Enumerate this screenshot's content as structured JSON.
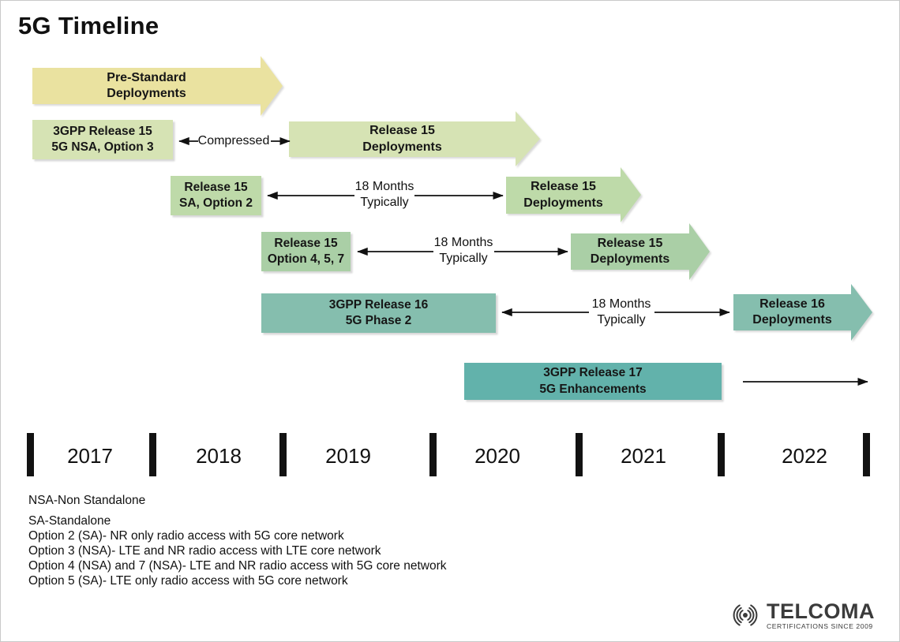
{
  "title": "5G Timeline",
  "colors": {
    "pre_standard": "#eae2a0",
    "rel15_nsa": "#d6e3b4",
    "rel15_sa": "#bedaa9",
    "rel15_opt": "#aacfa6",
    "rel16": "#85beae",
    "rel17": "#62b2ab"
  },
  "bars": {
    "pre_standard": {
      "line1": "Pre-Standard",
      "line2": "Deployments"
    },
    "rel15_nsa": {
      "line1": "3GPP Release 15",
      "line2": "5G NSA, Option 3"
    },
    "rel15_nsa_deploy": {
      "line1": "Release 15",
      "line2": "Deployments"
    },
    "rel15_sa": {
      "line1": "Release 15",
      "line2": "SA, Option 2"
    },
    "rel15_sa_deploy": {
      "line1": "Release 15",
      "line2": "Deployments"
    },
    "rel15_opt": {
      "line1": "Release 15",
      "line2": "Option 4, 5, 7"
    },
    "rel15_opt_deploy": {
      "line1": "Release 15",
      "line2": "Deployments"
    },
    "rel16": {
      "line1": "3GPP Release 16",
      "line2": "5G Phase 2"
    },
    "rel16_deploy": {
      "line1": "Release 16",
      "line2": "Deployments"
    },
    "rel17": {
      "line1": "3GPP Release 17",
      "line2": "5G Enhancements"
    }
  },
  "annotations": {
    "compressed": "Compressed",
    "months18": {
      "line1": "18 Months",
      "line2": "Typically"
    }
  },
  "timeline": {
    "years": [
      "2017",
      "2018",
      "2019",
      "2020",
      "2021",
      "2022"
    ]
  },
  "legend": {
    "nsa": "NSA-Non Standalone",
    "sa": "SA-Standalone",
    "option2": "Option 2 (SA)- NR only radio access with 5G core network",
    "option3": "Option 3 (NSA)- LTE and NR radio access with LTE core network",
    "option47": "Option 4 (NSA) and 7 (NSA)- LTE and NR radio access with 5G core network",
    "option5": "Option 5 (SA)- LTE only radio access with 5G core network"
  },
  "logo": {
    "name": "TELCOMA",
    "tagline": "CERTIFICATIONS SINCE 2009"
  }
}
